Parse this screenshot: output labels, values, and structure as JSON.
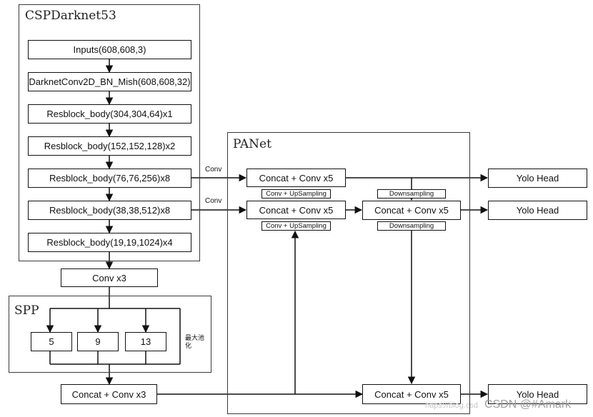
{
  "backbone": {
    "title": "CSPDarknet53",
    "blocks": [
      "Inputs(608,608,3)",
      "DarknetConv2D_BN_Mish(608,608,32)",
      "Resblock_body(304,304,64)x1",
      "Resblock_body(152,152,128)x2",
      "Resblock_body(76,76,256)x8",
      "Resblock_body(38,38,512)x8",
      "Resblock_body(19,19,1024)x4"
    ]
  },
  "neck_in": {
    "conv": "Conv x3"
  },
  "spp": {
    "title": "SPP",
    "pools": [
      "5",
      "9",
      "13"
    ],
    "pool_label": "最大池化"
  },
  "neck_out": {
    "concat": "Concat + Conv x3"
  },
  "panet": {
    "title": "PANet",
    "concat_label": "Concat + Conv x5",
    "upsample_label": "Conv + UpSampling",
    "downsample_label": "Downsampling",
    "conv_label": "Conv"
  },
  "heads": [
    "Yolo Head",
    "Yolo Head",
    "Yolo Head"
  ],
  "watermark": {
    "faint": "https://blog.csd",
    "main": "CSDN @#Amark"
  }
}
